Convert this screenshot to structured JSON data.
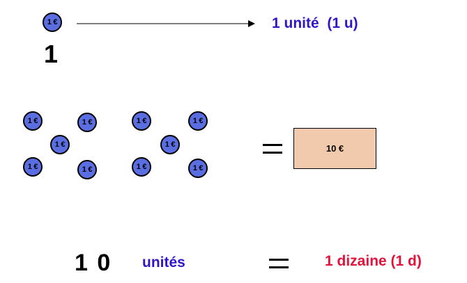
{
  "colors": {
    "coin_fill": "#5b6ee1",
    "blue_text": "#2f16c8",
    "red_text": "#e3123a",
    "banknote_fill": "#f1c9ac"
  },
  "coin_label": "1 €",
  "top": {
    "number": "1",
    "result": "1 unité  (1 u)"
  },
  "middle": {
    "coin_count": 10,
    "banknote_label": "10 €"
  },
  "bottom": {
    "number": "1 0",
    "units_word": "unités",
    "result": "1 dizaine (1 d)"
  }
}
